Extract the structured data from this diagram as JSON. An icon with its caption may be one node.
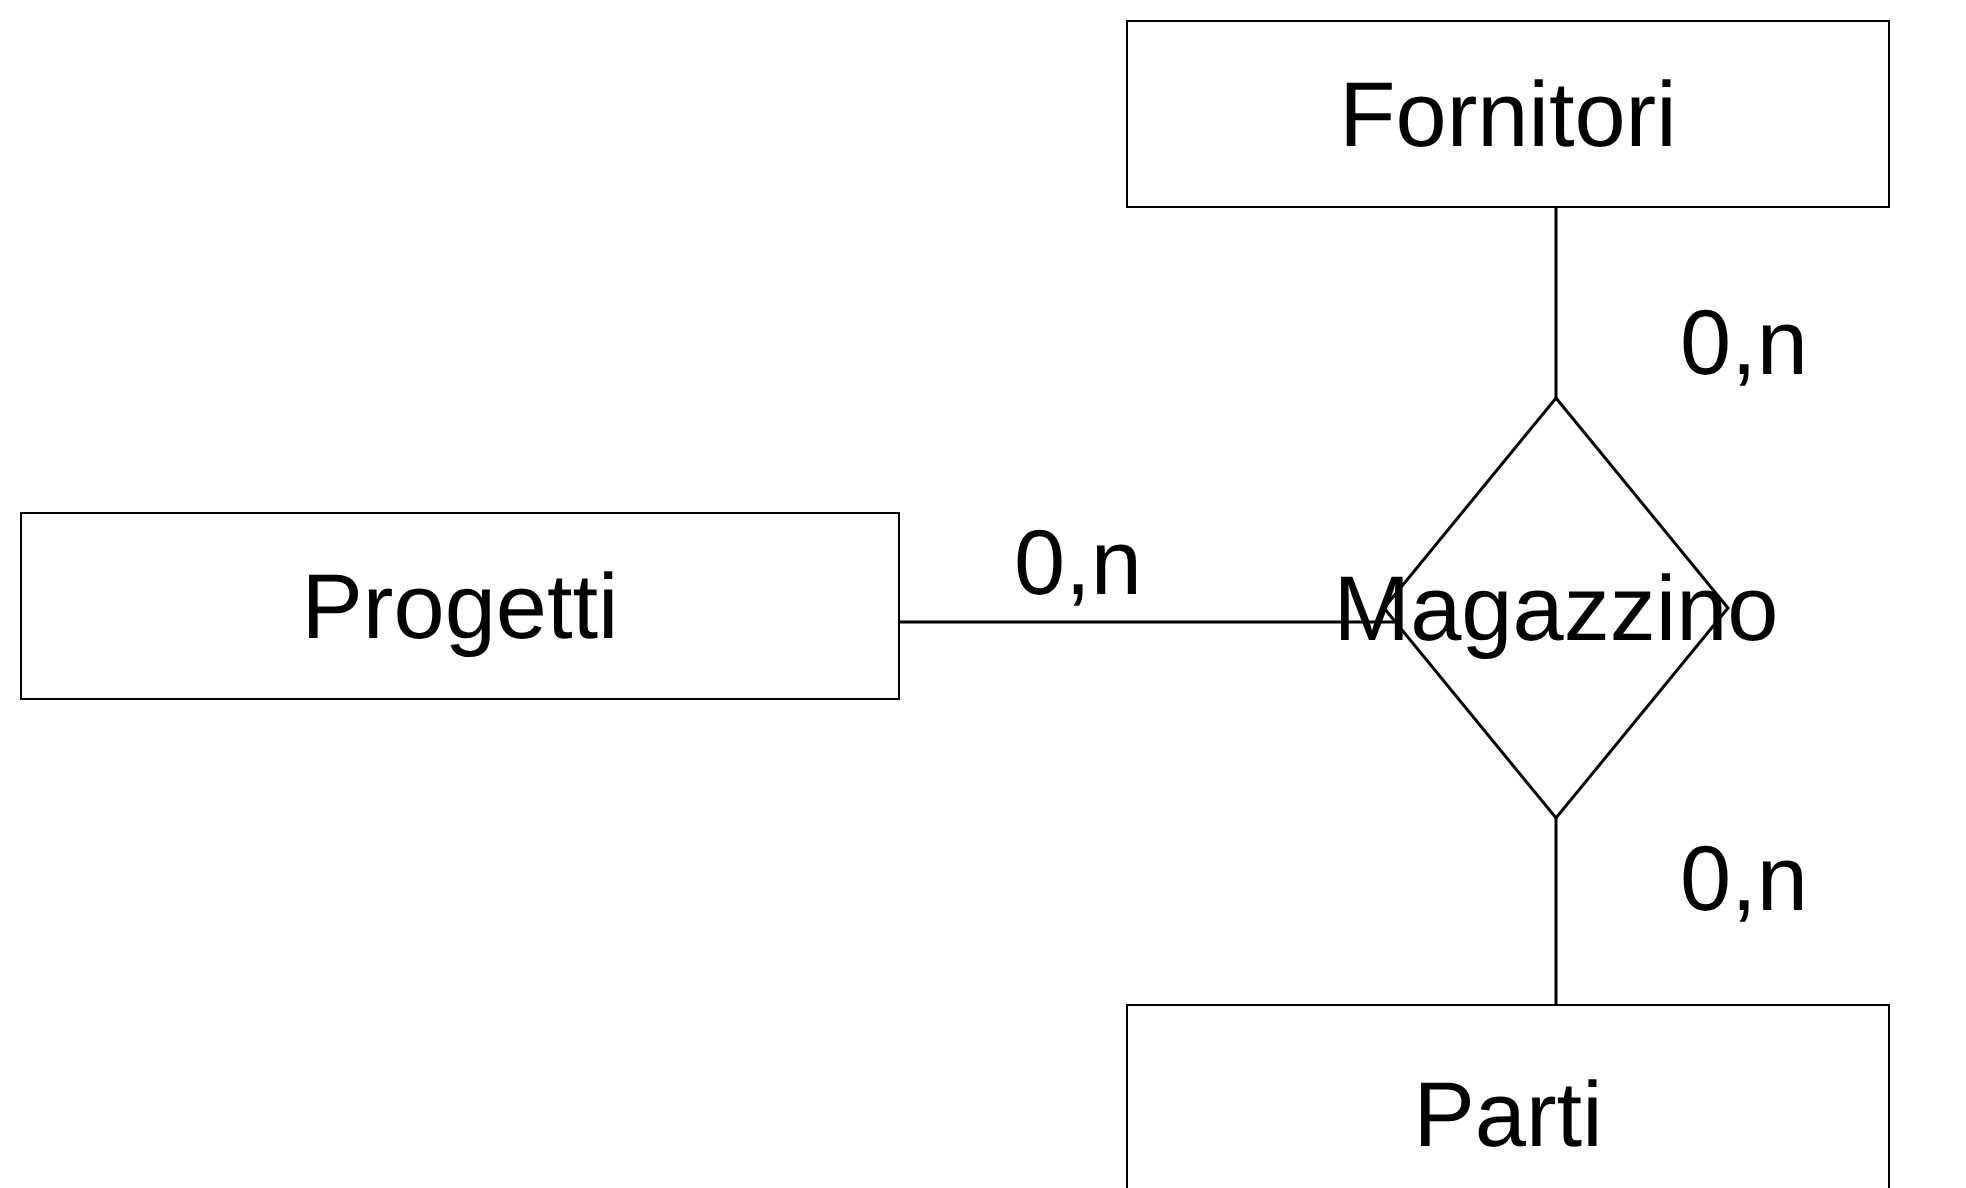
{
  "diagram": {
    "nodes": [
      {
        "text": [
          "Fornitori"
        ]
      },
      {
        "text": [
          "Progetti"
        ]
      },
      {
        "text": [
          "Magazzino"
        ]
      },
      {
        "text": [
          "Parti"
        ]
      }
    ],
    "edges": [
      {
        "from": 0,
        "to": 2,
        "arrow": "none",
        "label": "0,n"
      },
      {
        "from": 1,
        "to": 2,
        "arrow": "none",
        "label": "0,n"
      },
      {
        "from": 3,
        "to": 2,
        "arrow": "none",
        "label": "0,n"
      }
    ]
  }
}
